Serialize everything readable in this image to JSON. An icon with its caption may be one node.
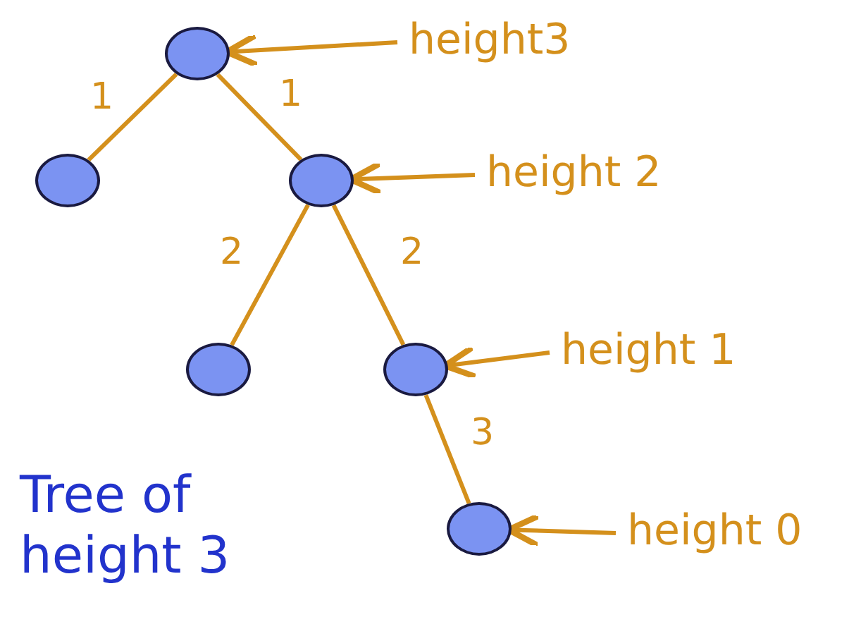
{
  "diagram": {
    "nodes": [
      {
        "text": [],
        "shape": "circle"
      },
      {
        "text": [
          "height3"
        ]
      },
      {
        "text": [],
        "shape": "circle"
      },
      {
        "text": [],
        "shape": "circle"
      },
      {
        "text": [
          "height 2"
        ]
      },
      {
        "text": [],
        "shape": "circle"
      },
      {
        "text": [],
        "shape": "circle"
      },
      {
        "text": [
          "height 1"
        ]
      },
      {
        "text": [],
        "shape": "circle"
      },
      {
        "text": [
          "height 0"
        ]
      }
    ],
    "edges": [
      {
        "from": 0,
        "to": 2,
        "arrow": "none",
        "label": "1"
      },
      {
        "from": 0,
        "to": 3,
        "arrow": "none",
        "label": "1"
      },
      {
        "from": 3,
        "to": 5,
        "arrow": "none",
        "label": "2"
      },
      {
        "from": 3,
        "to": 6,
        "arrow": "none",
        "label": "2"
      },
      {
        "from": 6,
        "to": 8,
        "arrow": "none",
        "label": "3"
      },
      {
        "from": 1,
        "to": 0,
        "arrow": "to"
      },
      {
        "from": 4,
        "to": 3,
        "arrow": "to"
      },
      {
        "from": 7,
        "to": 6,
        "arrow": "to"
      },
      {
        "from": 9,
        "to": 8,
        "arrow": "to"
      }
    ],
    "labels": [
      "Tree of height 3"
    ]
  }
}
